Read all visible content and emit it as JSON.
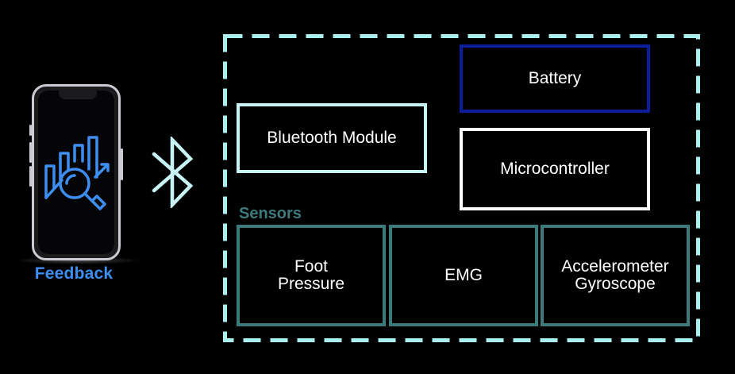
{
  "phone": {
    "icon": "analytics-magnifier-icon",
    "label": "Feedback",
    "label_color": "#3d8ef0"
  },
  "connection": {
    "icon": "bluetooth-icon",
    "color": "#c8f4f6"
  },
  "device": {
    "border_color": "#a9f0ef",
    "battery": {
      "label": "Battery",
      "border_color": "#0d1e9c"
    },
    "bluetooth_module": {
      "label": "Bluetooth Module",
      "border_color": "#c8f4f6"
    },
    "microcontroller": {
      "label": "Microcontroller",
      "border_color": "#ffffff"
    },
    "sensors": {
      "title": "Sensors",
      "color": "#3c7a7c",
      "foot_pressure": {
        "line1": "Foot",
        "line2": "Pressure"
      },
      "emg": {
        "label": "EMG"
      },
      "imu": {
        "line1": "Accelerometer",
        "line2": "Gyroscope"
      }
    }
  }
}
